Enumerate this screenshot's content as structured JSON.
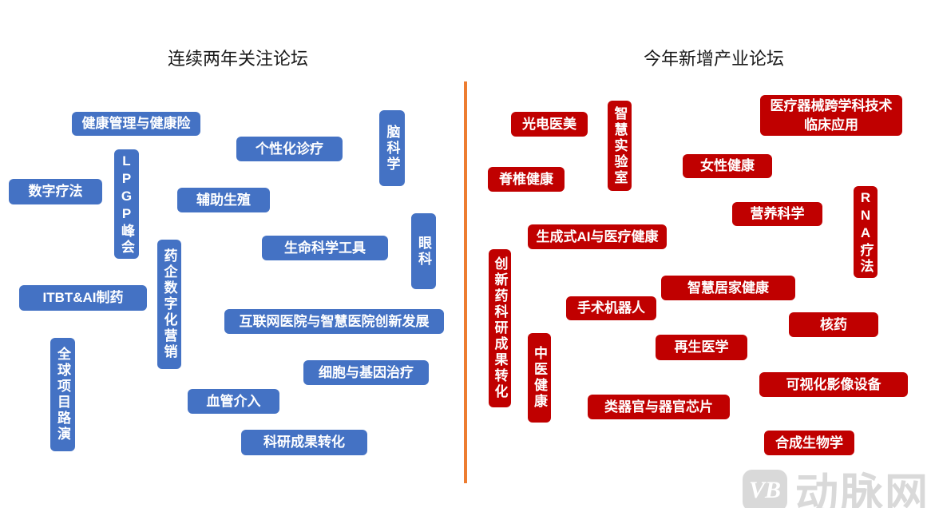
{
  "left_section": {
    "title": "连续两年关注论坛",
    "tags": [
      "健康管理与健康险",
      "个性化诊疗",
      "脑科学",
      "LPGP峰会",
      "数字疗法",
      "辅助生殖",
      "生命科学工具",
      "眼科",
      "药企数字化营销",
      "ITBT&AI制药",
      "互联网医院与智慧医院创新发展",
      "全球项目路演",
      "细胞与基因治疗",
      "血管介入",
      "科研成果转化"
    ]
  },
  "right_section": {
    "title": "今年新增产业论坛",
    "tags": [
      "光电医美",
      "智慧实验室",
      "医疗器械跨学科技术\n临床应用",
      "脊椎健康",
      "女性健康",
      "营养科学",
      "RNA疗法",
      "生成式AI与医疗健康",
      "创新药科研成果转化",
      "智慧居家健康",
      "手术机器人",
      "核药",
      "再生医学",
      "中医健康",
      "可视化影像设备",
      "类器官与器官芯片",
      "合成生物学"
    ]
  },
  "watermark": {
    "logo_text": "VB",
    "brand_text": "动脉网"
  },
  "colors": {
    "returning_forum_blue": "#4472C4",
    "new_forum_red": "#C00000",
    "divider_orange": "#ED7D31",
    "watermark_gray": "#D9D9D9"
  }
}
